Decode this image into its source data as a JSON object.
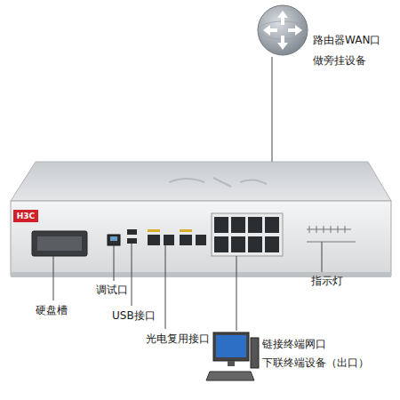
{
  "diagram": {
    "labels": [
      "路由器WAN口",
      "做旁挂设备",
      "H3C",
      "硬盘槽",
      "调试口",
      "USB接口",
      "光电复用接口",
      "指示灯",
      "链接终端网口",
      "下联终端设备（出口）"
    ]
  }
}
